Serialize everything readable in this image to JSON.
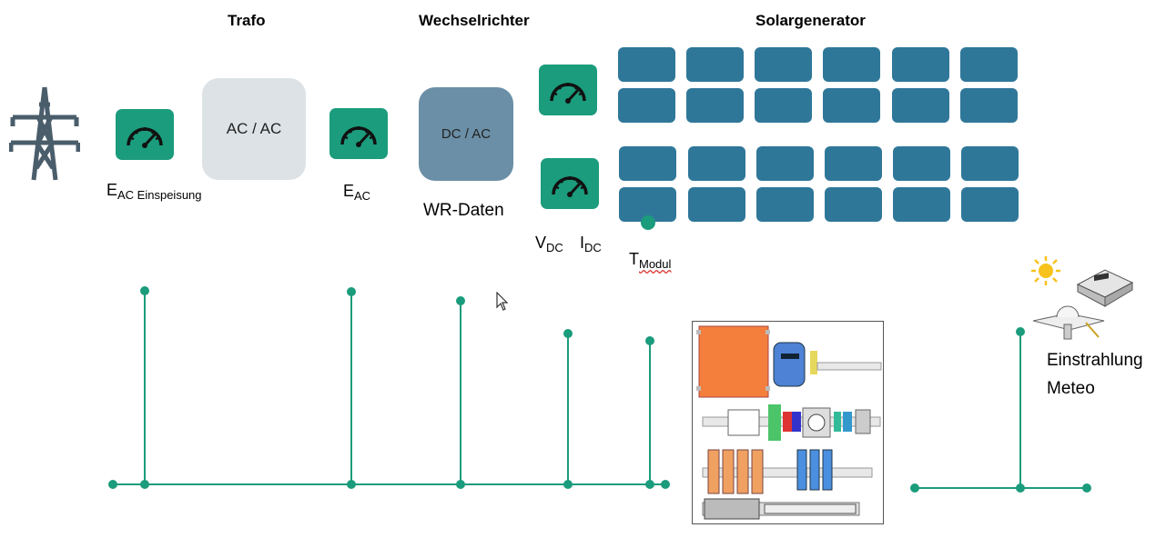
{
  "headers": {
    "trafo": "Trafo",
    "inverter": "Wechselrichter",
    "solar": "Solargenerator"
  },
  "boxes": {
    "acac": "AC / AC",
    "dcac": "DC / AC"
  },
  "labels": {
    "e_feed_main": "E",
    "e_feed_sub": "AC Einspeisung",
    "e_ac_main": "E",
    "e_ac_sub": "AC",
    "wr_data": "WR-Daten",
    "vdc_main": "V",
    "vdc_sub": "DC",
    "idc_main": "I",
    "idc_sub": "DC",
    "tmod_main": "T",
    "tmod_sub": "Modul",
    "irradiance_1": "Einstrahlung",
    "irradiance_2": "Meteo"
  },
  "colors": {
    "accent": "#1b9c7c",
    "panel": "#2f7799",
    "trafo": "#dde2e6",
    "inverter": "#6b8fa6",
    "pylon": "#4a5d6b"
  },
  "icons": [
    "power-pylon-icon",
    "gauge-icon",
    "sun-icon",
    "pyranometer-icon",
    "datalogger-icon",
    "mouse-cursor-icon"
  ]
}
